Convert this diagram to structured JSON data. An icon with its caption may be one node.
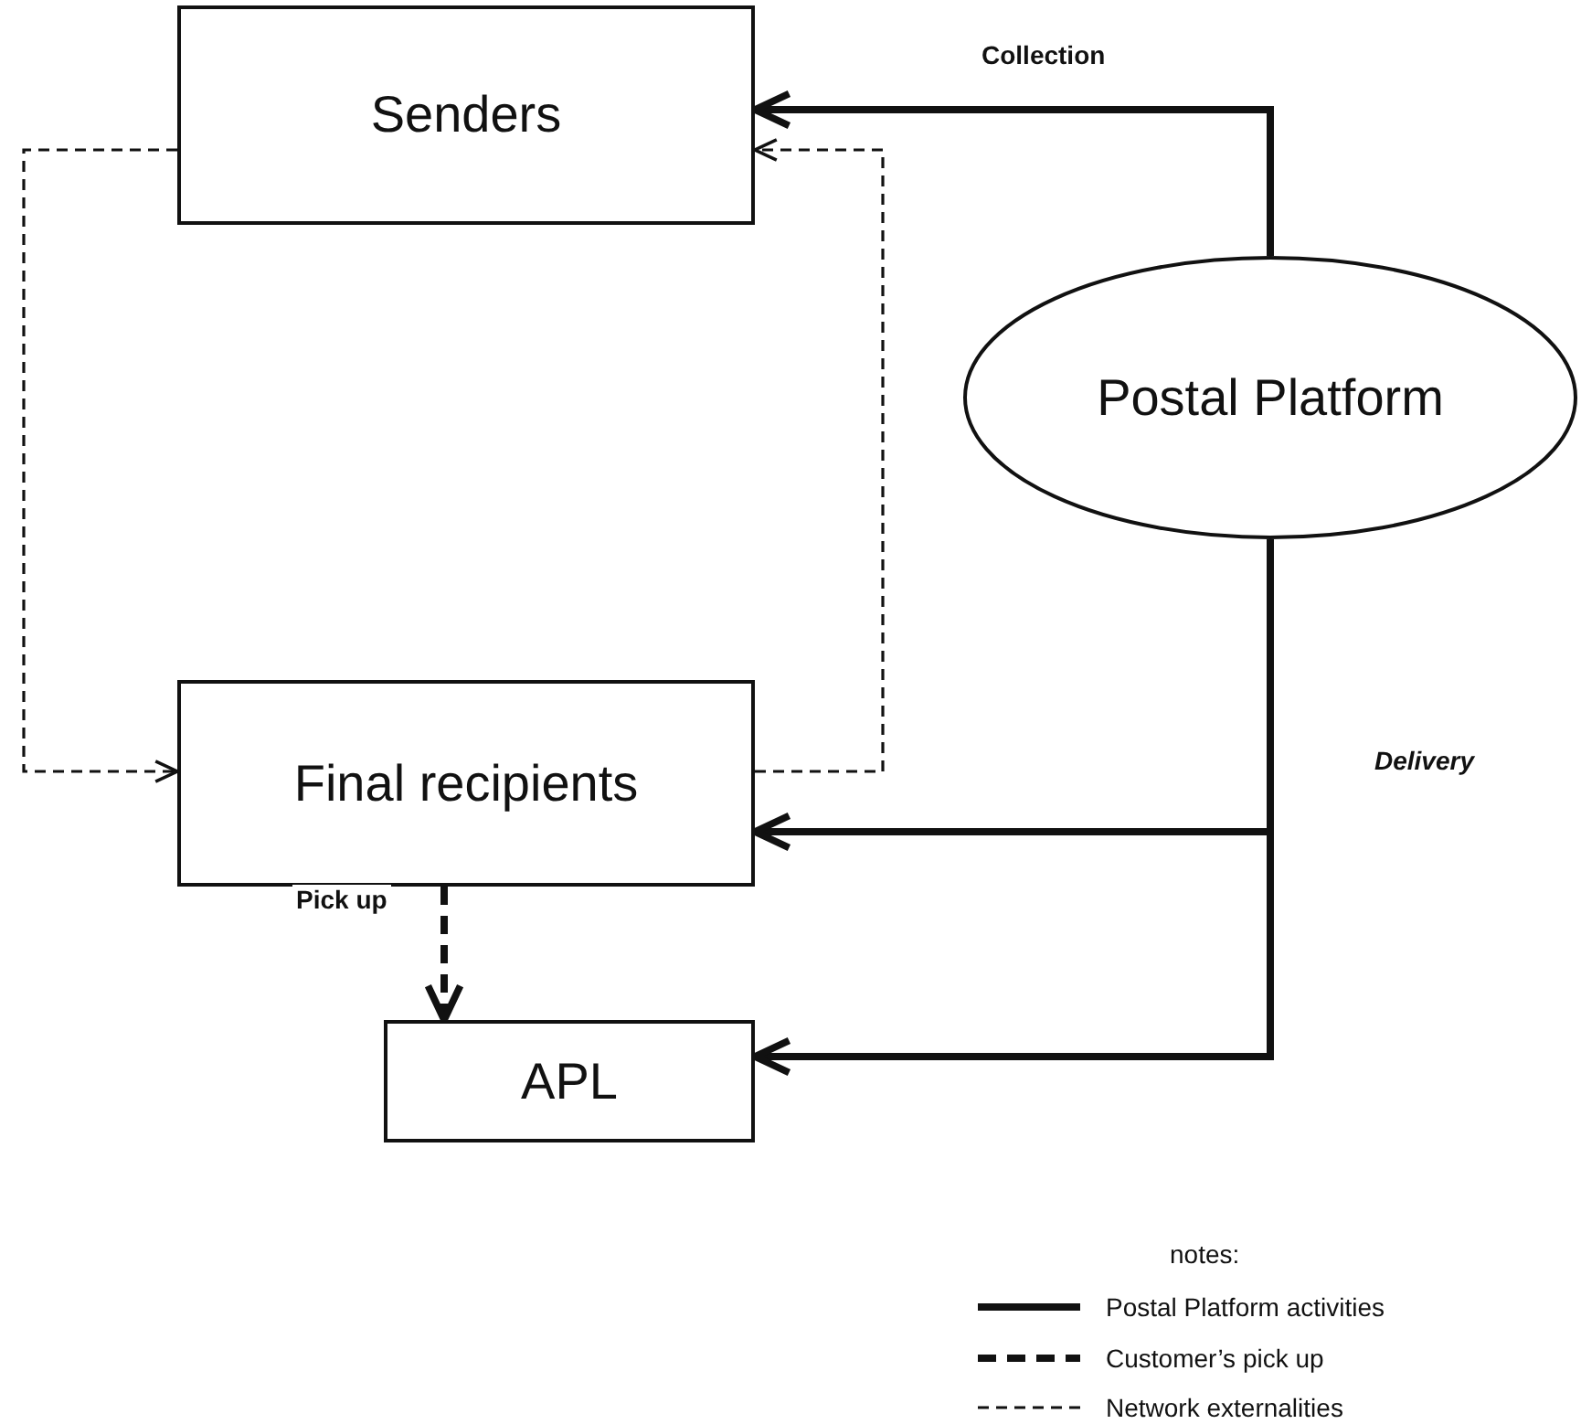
{
  "diagram": {
    "nodes": [
      {
        "text": [
          "Senders"
        ]
      },
      {
        "text": [
          "Postal Platform"
        ]
      },
      {
        "text": [
          "Final recipients"
        ]
      },
      {
        "text": [
          "APL"
        ]
      }
    ],
    "edges": [
      {
        "from": 1,
        "to": 0,
        "arrow": "to",
        "label": "Collection"
      },
      {
        "from": 1,
        "to": 2,
        "arrow": "to",
        "label": "Delivery"
      },
      {
        "from": 1,
        "to": 3,
        "arrow": "to"
      },
      {
        "from": 2,
        "to": 3,
        "arrow": "to",
        "label": "Pick up",
        "style": "dashed"
      },
      {
        "from": 0,
        "to": 2,
        "arrow": "to",
        "style": "dashed"
      },
      {
        "from": 2,
        "to": 0,
        "arrow": "to",
        "style": "dashed"
      }
    ],
    "labels": [
      "notes:"
    ],
    "legend": [
      {
        "text": "Postal Platform activities"
      },
      {
        "text": "Customer’s pick up"
      },
      {
        "text": "Network externalities"
      }
    ]
  }
}
